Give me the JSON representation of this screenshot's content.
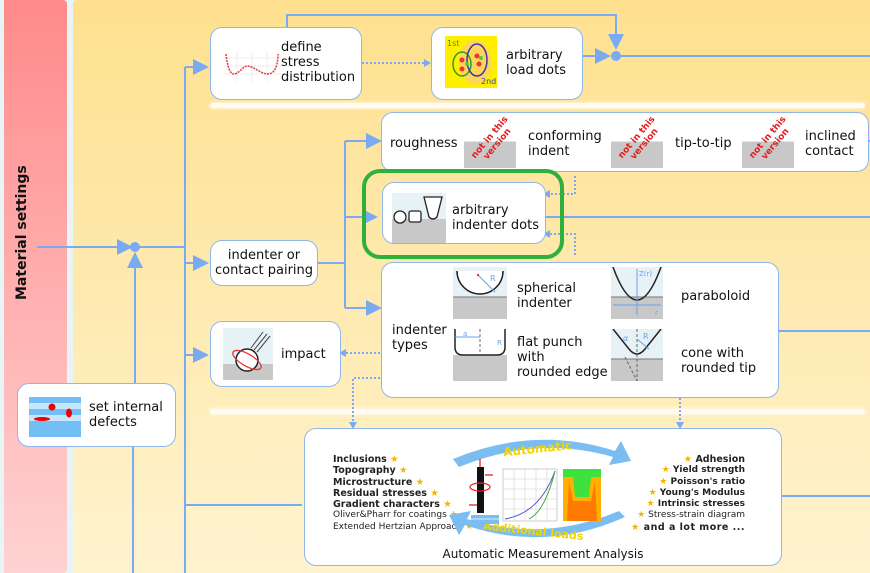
{
  "sidebar": {
    "label": "Material settings",
    "color": "#ff8a8a"
  },
  "colors": {
    "connector": "#7aaaf2",
    "highlight": "#2fb03d",
    "canvas": "#fee08e",
    "box_border": "#8fb7ee"
  },
  "nodes": {
    "stress": {
      "label": "define\nstress\ndistribution",
      "icon": "stress-curve-icon"
    },
    "load_dots": {
      "label": "arbitrary\nload dots",
      "icon": "load-dots-icon",
      "tag_1": "1st",
      "tag_2": "2nd"
    },
    "contact_row": {
      "roughness": "roughness",
      "conforming": "conforming\nindent",
      "tip": "tip-to-tip",
      "inclined": "inclined\ncontact",
      "badge": "not in this\nversion"
    },
    "indenter_dots": {
      "label": "arbitrary\nindenter dots",
      "icon": "indenter-shapes-icon",
      "highlighted": true
    },
    "pairing": {
      "label": "indenter or\ncontact pairing"
    },
    "types": {
      "title": "indenter\ntypes",
      "spherical": {
        "label": "spherical\nindenter",
        "symbol": "R"
      },
      "paraboloid": {
        "label": "paraboloid",
        "axis_z": "Z(r)",
        "axis_r": "r"
      },
      "flat": {
        "label": "flat punch\nwith\nrounded edge",
        "symbol_a": "a",
        "symbol_r": "R"
      },
      "cone": {
        "label": "cone with\nrounded tip",
        "symbol_alpha": "α",
        "symbol_r": "R"
      }
    },
    "impact": {
      "label": "impact",
      "icon": "impact-sphere-icon"
    },
    "defects": {
      "label": "set internal\ndefects",
      "icon": "defects-icon"
    },
    "analysis": {
      "caption": "Automatic Measurement Analysis",
      "arc_top": "Automatic",
      "arc_bottom": "Additional loads",
      "inputs": [
        "Inclusions",
        "Topography",
        "Microstructure",
        "Residual stresses",
        "Gradient characters",
        "Oliver&Pharr for coatings",
        "Extended Hertzian Approach"
      ],
      "outputs": [
        "Adhesion",
        "Yield strength",
        "Poisson's ratio",
        "Young's Modulus",
        "Intrinsic stresses",
        "Stress-strain diagram",
        "and a lot more ..."
      ],
      "star": "★"
    }
  }
}
